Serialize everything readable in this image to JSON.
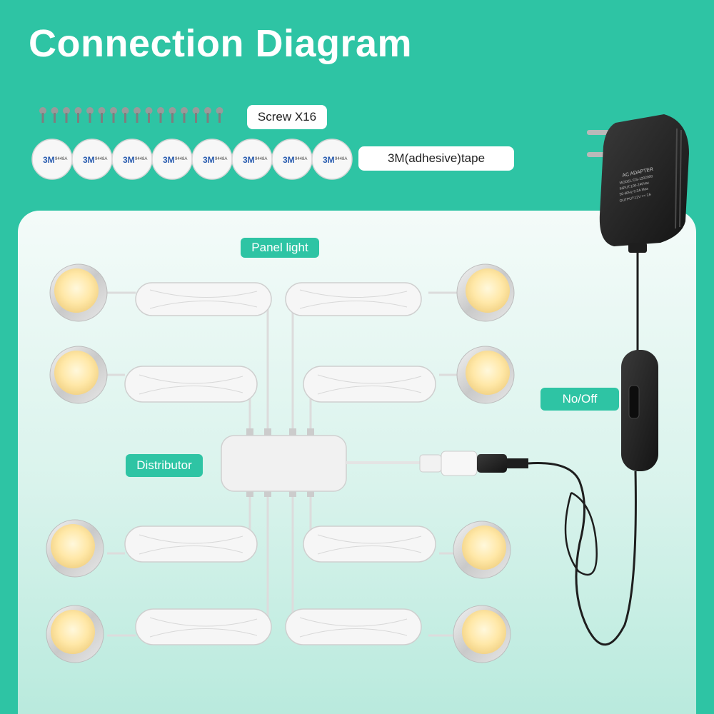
{
  "header": {
    "title": "Connection Diagram"
  },
  "accessories": {
    "screws": {
      "label": "Screw X16",
      "count": 16
    },
    "tape": {
      "label": "3M(adhesive)tape",
      "count": 8,
      "badge_brand": "3M",
      "badge_code": "9448A"
    }
  },
  "components": {
    "panel_light_label": "Panel light",
    "distributor_label": "Distributor",
    "switch_label": "No/Off",
    "light_count": 8,
    "adapter": {
      "line1": "AC ADAPTER",
      "line2": "MODEL:GS-1202000",
      "line3": "INPUT:100-240Vac",
      "line4": "50-60Hz 0.3A Max",
      "line5": "OUTPUT:12V == 2A"
    }
  },
  "colors": {
    "brand": "#2ec4a4",
    "light_glow": "#ffe8a8",
    "cable": "#f2f2f2",
    "plug": "#1e1e1e"
  }
}
